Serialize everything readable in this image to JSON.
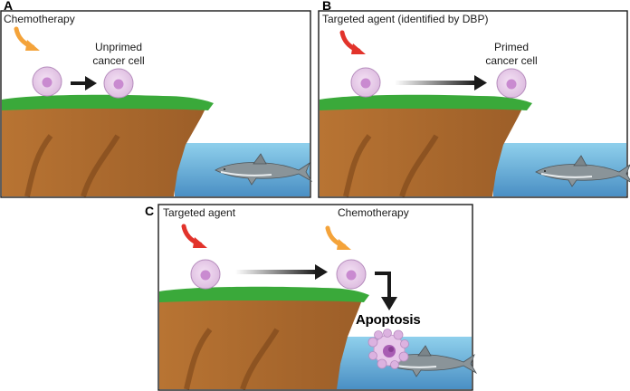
{
  "panels": {
    "a": {
      "letter": "A",
      "drug_label": "Chemotherapy",
      "cell_label_line1": "Unprimed",
      "cell_label_line2": "cancer cell"
    },
    "b": {
      "letter": "B",
      "drug_label": "Targeted agent (identified by DBP)",
      "cell_label_line1": "Primed",
      "cell_label_line2": "cancer cell"
    },
    "c": {
      "letter": "C",
      "drug_label_1": "Targeted agent",
      "drug_label_2": "Chemotherapy",
      "outcome_label": "Apoptosis"
    }
  },
  "colors": {
    "chemotherapy_arrow": "#f4a33a",
    "targeted_arrow": "#e2332b",
    "cell_fill": "#ecd4ec",
    "cell_nucleus": "#c98ad0",
    "grass": "#3aa93a",
    "cliff": "#b8712f",
    "water": "#6fb8dc"
  },
  "icons": [
    "curved-arrow-icon",
    "cancer-cell-icon",
    "cliff-icon",
    "shark-icon",
    "apoptotic-cell-icon"
  ]
}
